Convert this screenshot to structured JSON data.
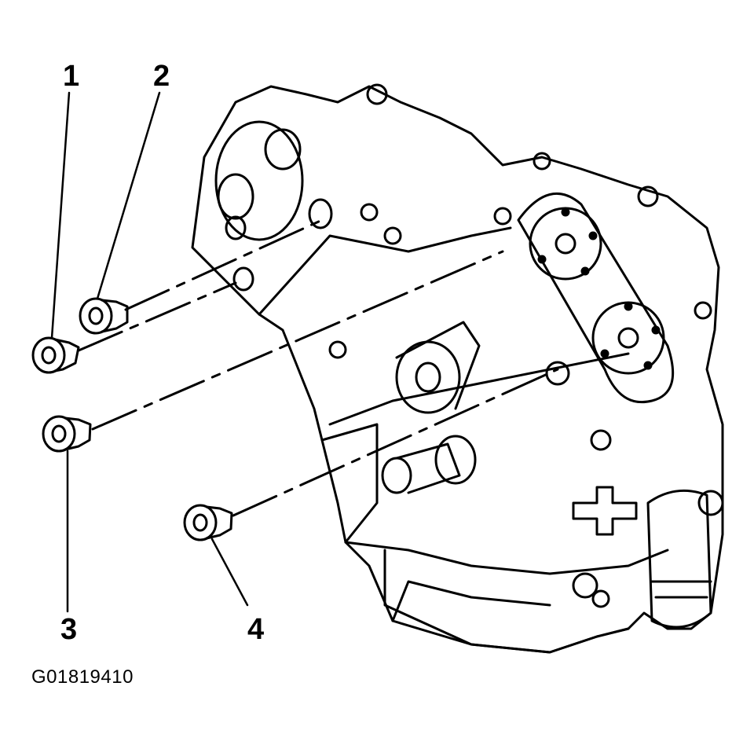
{
  "diagram": {
    "callouts": [
      {
        "id": "1",
        "label": "1"
      },
      {
        "id": "2",
        "label": "2"
      },
      {
        "id": "3",
        "label": "3"
      },
      {
        "id": "4",
        "label": "4"
      }
    ],
    "figure_id": "G01819410"
  }
}
